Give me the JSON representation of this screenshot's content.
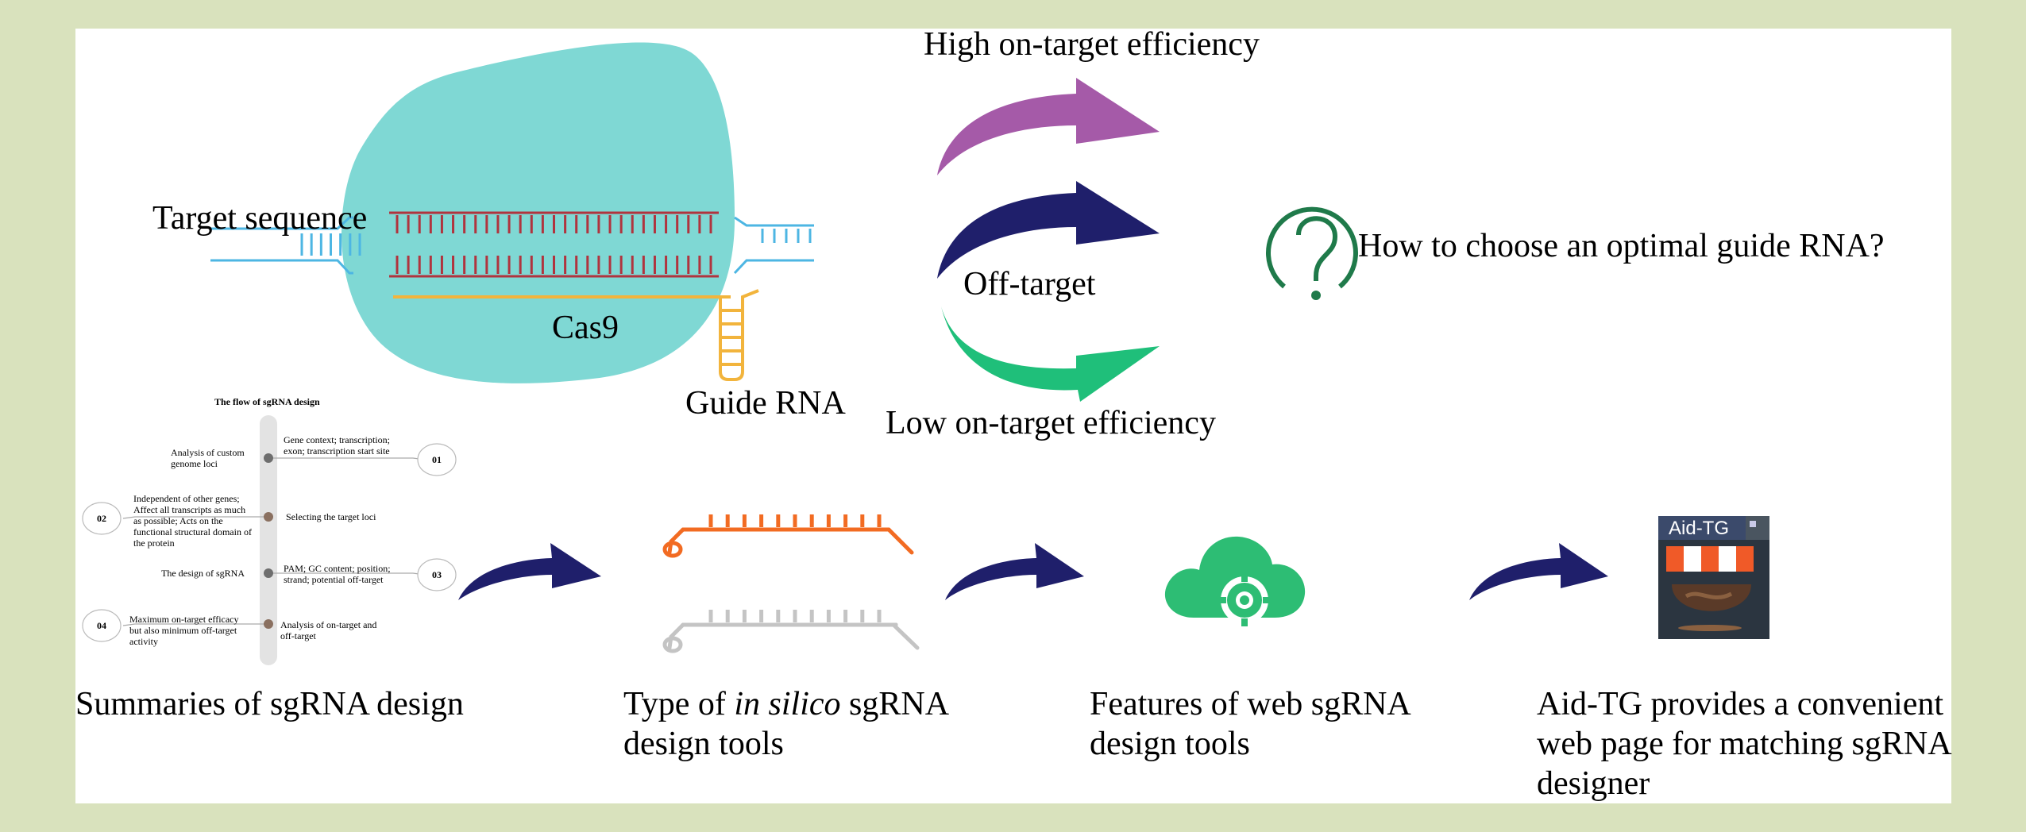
{
  "top": {
    "target_sequence": "Target sequence",
    "cas9": "Cas9",
    "guide_rna": "Guide RNA",
    "high_efficiency": "High on-target efficiency",
    "off_target": "Off-target",
    "low_efficiency": "Low on-target efficiency",
    "question": "How to choose an optimal guide RNA?"
  },
  "flow": {
    "title": "The flow of sgRNA design",
    "steps": [
      {
        "num": "01",
        "left": "Analysis of custom genome loci",
        "right": "Gene context; transcription; exon; transcription start site"
      },
      {
        "num": "02",
        "left": "Independent of other genes; Affect all transcripts as much as possible; Acts on the functional structural domain of the protein",
        "right": "Selecting the target loci"
      },
      {
        "num": "03",
        "left": "The design of sgRNA",
        "right": "PAM; GC content; position; strand; potential off-target"
      },
      {
        "num": "04",
        "left": "Maximum on-target efficacy but also minimum off-target activity",
        "right": "Analysis of on-target and off-target"
      }
    ]
  },
  "captions": {
    "summaries": "Summaries of sgRNA design",
    "type_prefix": "Type of ",
    "type_italic": "in silico",
    "type_suffix": " sgRNA design tools",
    "features": "Features of web sgRNA design tools",
    "aidtg": "Aid-TG provides a convenient web page for matching sgRNA designer"
  },
  "logo": {
    "text": "Aid-TG"
  },
  "colors": {
    "cas9_blob": "#7fd8d4",
    "dna_strand": "#4db6e3",
    "target_bars": "#b0343e",
    "guide_rna": "#f2b43c",
    "arrow_high": "#a55aa8",
    "arrow_off": "#1f1f6b",
    "arrow_low": "#1fbf7a",
    "question_icon": "#1f7a4a",
    "cloud": "#2dbd74",
    "orange_tool": "#f26b22",
    "gray_tool": "#c4c4c4",
    "background": "#d9e2bd"
  },
  "icons": [
    "question-circle-icon",
    "cloud-gear-icon",
    "aid-tg-logo-icon",
    "sgrna-tool-icon"
  ]
}
